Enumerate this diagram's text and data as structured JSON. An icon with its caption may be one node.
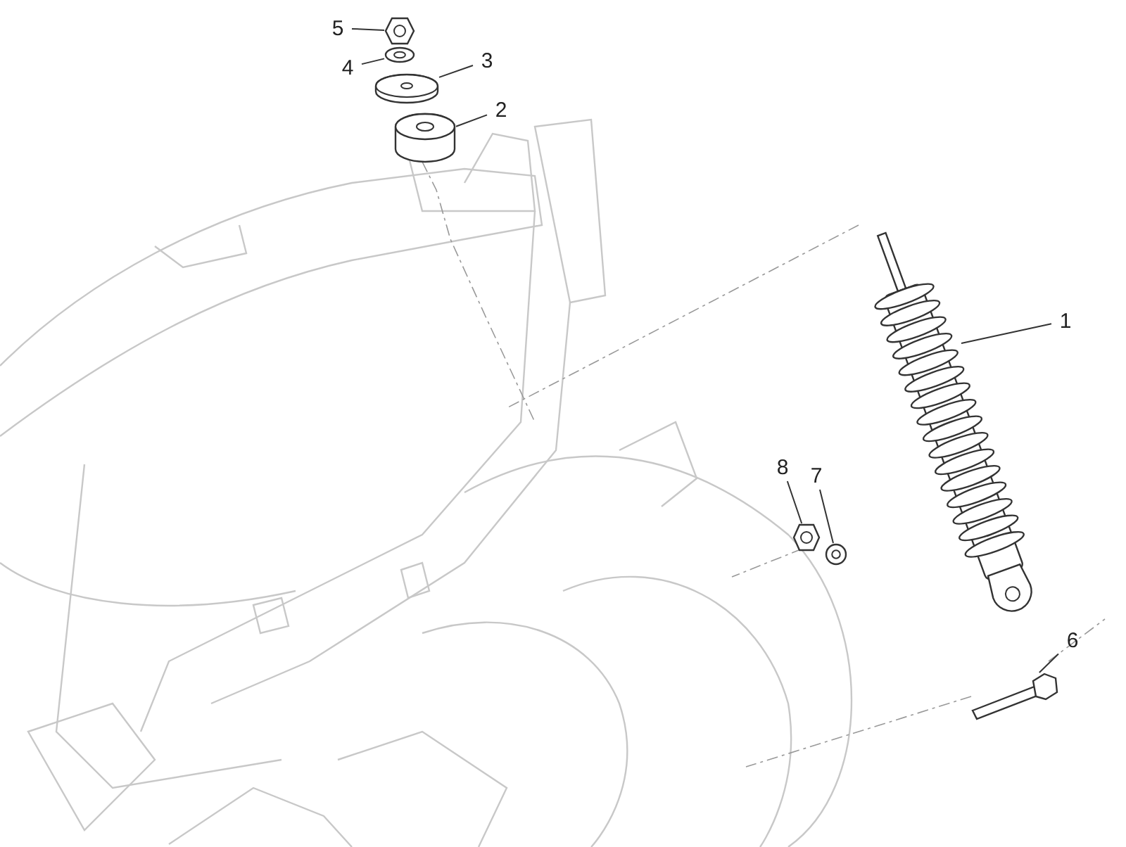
{
  "diagram": {
    "nodes": [
      {
        "text": [
          "5"
        ]
      },
      {
        "text": [
          "4"
        ]
      },
      {
        "text": [
          "3"
        ]
      },
      {
        "text": [
          "2"
        ]
      },
      {
        "text": [
          "1"
        ]
      },
      {
        "text": [
          "8"
        ]
      },
      {
        "text": [
          "7"
        ]
      },
      {
        "text": [
          "6"
        ]
      },
      {
        "text": [],
        "shape": "picture"
      },
      {
        "text": [],
        "shape": "picture"
      },
      {
        "text": [],
        "shape": "picture"
      },
      {
        "text": [],
        "shape": "picture"
      },
      {
        "text": [],
        "shape": "picture"
      },
      {
        "text": [],
        "shape": "picture"
      },
      {
        "text": [],
        "shape": "picture"
      },
      {
        "text": [],
        "shape": "picture"
      }
    ],
    "edges": [
      {
        "from": 0,
        "to": 8,
        "arrow": "none"
      },
      {
        "from": 1,
        "to": 9,
        "arrow": "none"
      },
      {
        "from": 2,
        "to": 10,
        "arrow": "none"
      },
      {
        "from": 3,
        "to": 11,
        "arrow": "none"
      },
      {
        "from": 4,
        "to": 12,
        "arrow": "none"
      },
      {
        "from": 5,
        "to": 13,
        "arrow": "none"
      },
      {
        "from": 6,
        "to": 14,
        "arrow": "none"
      },
      {
        "from": 7,
        "to": 15,
        "arrow": "none"
      }
    ]
  }
}
